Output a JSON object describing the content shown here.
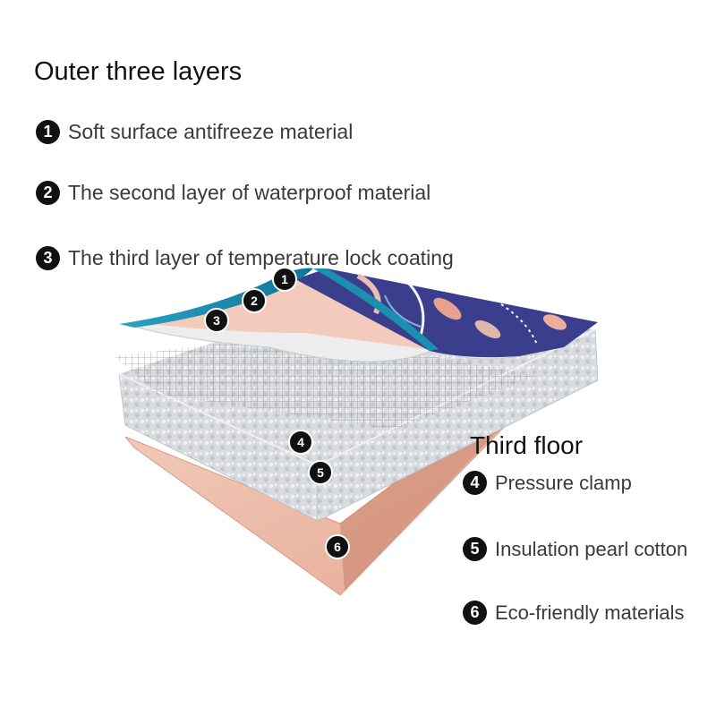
{
  "outer": {
    "title": "Outer three layers",
    "items": [
      {
        "number": "1",
        "text": "Soft surface antifreeze material"
      },
      {
        "number": "2",
        "text": "The second layer of waterproof material"
      },
      {
        "number": "3",
        "text": "The third layer of temperature lock coating"
      }
    ]
  },
  "third": {
    "title": "Third floor",
    "items": [
      {
        "number": "4",
        "text": "Pressure clamp"
      },
      {
        "number": "5",
        "text": "Insulation pearl cotton"
      },
      {
        "number": "6",
        "text": "Eco-friendly materials"
      }
    ]
  },
  "markers": [
    "1",
    "2",
    "3",
    "4",
    "5",
    "6"
  ],
  "colors": {
    "surface_teal": "#1a8fb0",
    "pattern_navy": "#3b3f8c",
    "waterproof_pink": "#f1c4b4",
    "coating_white": "#ececec",
    "foam_grey": "#d7dade",
    "base_salmon": "#e9b7a4"
  }
}
